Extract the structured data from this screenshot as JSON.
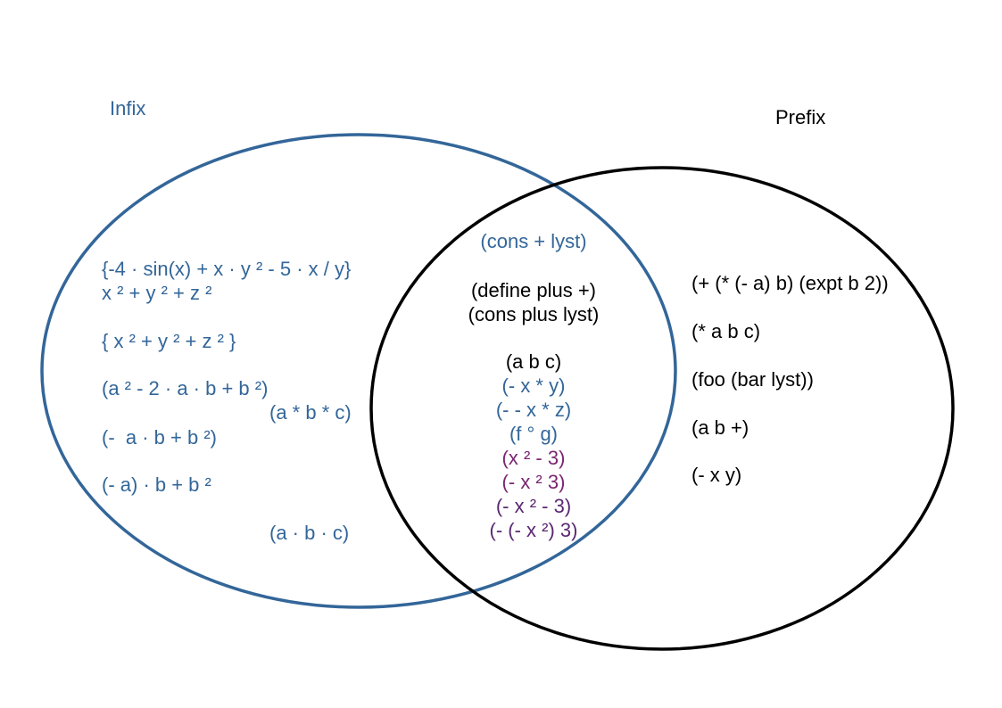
{
  "diagram": {
    "infix_title": "Infix",
    "prefix_title": "Prefix",
    "infix_only": [
      "{-4 · sin(x) + x · y ² - 5 · x / y}",
      "x ² + y ² + z ²",
      "{ x ² + y ² + z ² }",
      "(a ² - 2 · a · b + b ²)",
      "(a * b * c)",
      "(-  a · b + b ²)",
      "(- a) · b + b ²",
      "(a · b · c)"
    ],
    "both": [
      "(cons + lyst)",
      "(define plus +)",
      "(cons plus lyst)",
      "(a b c)",
      "(- x * y)",
      "(- - x * z)",
      "(f ° g)",
      "(x ² - 3)",
      "(- x ² 3)",
      "(- x ² - 3)",
      "(- (- x ²) 3)"
    ],
    "prefix_only": [
      "(+ (* (- a) b) (expt b 2))",
      "(* a b c)",
      "(foo (bar lyst))",
      "(a b +)",
      "(- x y)"
    ],
    "colors": {
      "infix": "#336699",
      "prefix": "#000000",
      "mixed_purple": "#7a2672",
      "mixed_violet": "#5a2772"
    }
  }
}
